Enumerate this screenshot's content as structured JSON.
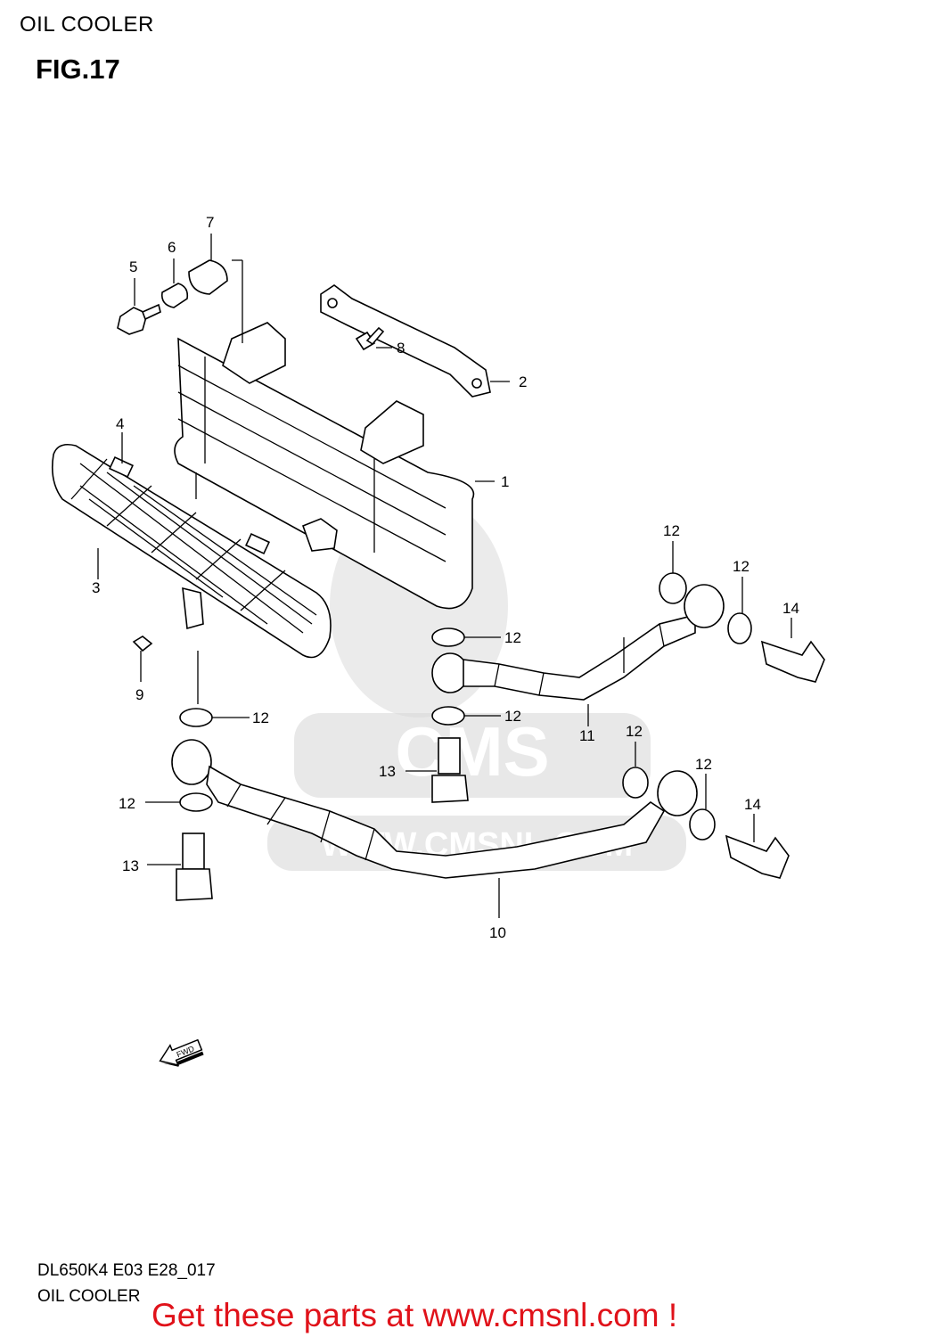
{
  "header": {
    "title": "OIL COOLER",
    "figure": "FIG.17"
  },
  "watermark": {
    "text": "WWW.CMSNL.COM",
    "logo": "CMS",
    "color": "#d8d8d8"
  },
  "callouts": [
    {
      "id": "c1",
      "text": "1"
    },
    {
      "id": "c2",
      "text": "2"
    },
    {
      "id": "c3",
      "text": "3"
    },
    {
      "id": "c4",
      "text": "4"
    },
    {
      "id": "c5",
      "text": "5"
    },
    {
      "id": "c6",
      "text": "6"
    },
    {
      "id": "c7",
      "text": "7"
    },
    {
      "id": "c8",
      "text": "8"
    },
    {
      "id": "c9",
      "text": "9"
    },
    {
      "id": "c10",
      "text": "10"
    },
    {
      "id": "c11",
      "text": "11"
    },
    {
      "id": "c12a",
      "text": "12"
    },
    {
      "id": "c12b",
      "text": "12"
    },
    {
      "id": "c12c",
      "text": "12"
    },
    {
      "id": "c12d",
      "text": "12"
    },
    {
      "id": "c12e",
      "text": "12"
    },
    {
      "id": "c12f",
      "text": "12"
    },
    {
      "id": "c12g",
      "text": "12"
    },
    {
      "id": "c12h",
      "text": "12"
    },
    {
      "id": "c13a",
      "text": "13"
    },
    {
      "id": "c13b",
      "text": "13"
    },
    {
      "id": "c14a",
      "text": "14"
    },
    {
      "id": "c14b",
      "text": "14"
    }
  ],
  "fwd_arrow": {
    "text": "FWD"
  },
  "footer": {
    "code": "DL650K4 E03 E28_017",
    "name": "OIL COOLER"
  },
  "promo": {
    "text": "Get these parts at www.cmsnl.com !",
    "color": "#e0121a"
  }
}
